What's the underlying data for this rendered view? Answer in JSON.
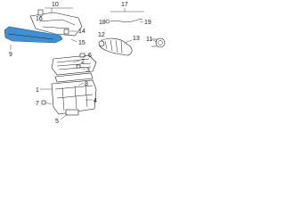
{
  "diagram": {
    "callouts": [
      {
        "id": "c1",
        "text": "1"
      },
      {
        "id": "c2",
        "text": "2"
      },
      {
        "id": "c3",
        "text": "3"
      },
      {
        "id": "c4",
        "text": "4"
      },
      {
        "id": "c5",
        "text": "5"
      },
      {
        "id": "c6",
        "text": "6"
      },
      {
        "id": "c7",
        "text": "7"
      },
      {
        "id": "c8",
        "text": "8"
      },
      {
        "id": "c9",
        "text": "9"
      },
      {
        "id": "c10",
        "text": "10"
      },
      {
        "id": "c11",
        "text": "11"
      },
      {
        "id": "c12",
        "text": "12"
      },
      {
        "id": "c13",
        "text": "13"
      },
      {
        "id": "c14",
        "text": "14"
      },
      {
        "id": "c15",
        "text": "15"
      },
      {
        "id": "c16",
        "text": "16"
      },
      {
        "id": "c17",
        "text": "17"
      },
      {
        "id": "c18",
        "text": "18"
      },
      {
        "id": "c19",
        "text": "19"
      }
    ],
    "highlight_color": "#3f8fd2"
  }
}
